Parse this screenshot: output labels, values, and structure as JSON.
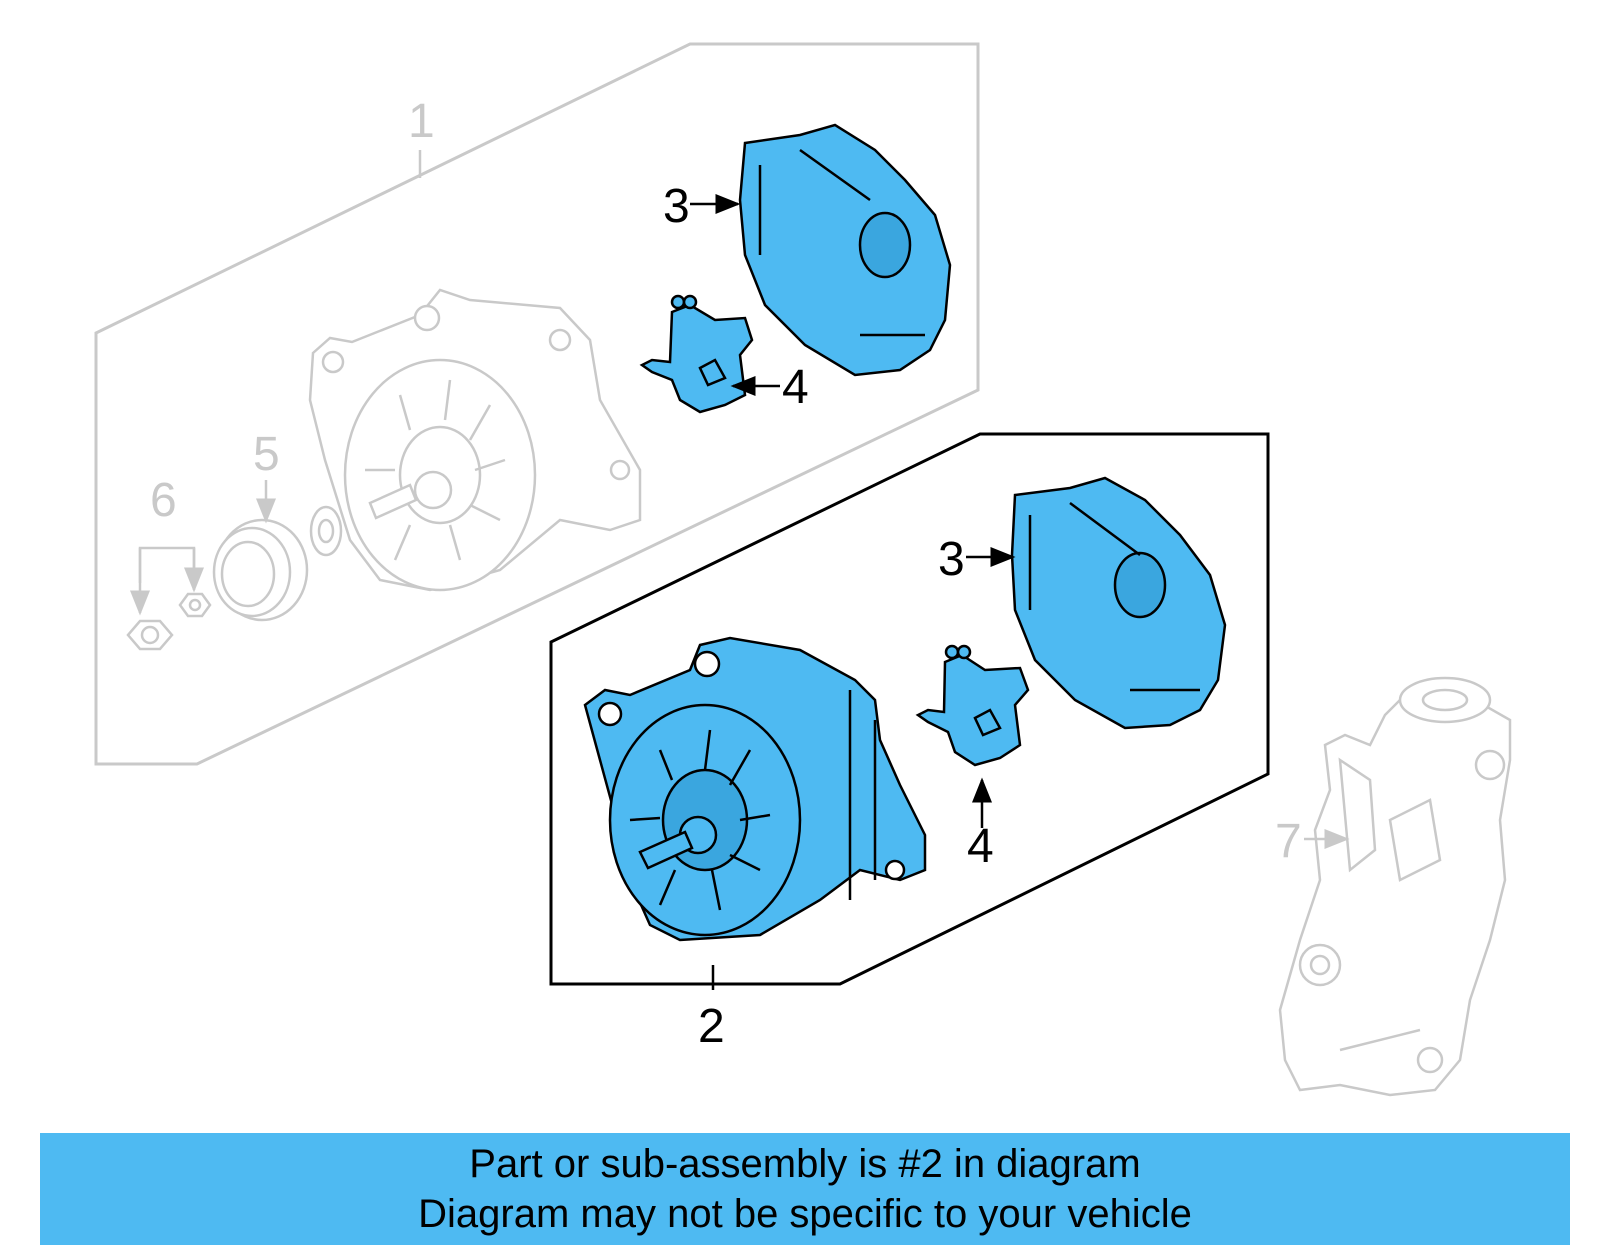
{
  "colors": {
    "highlight": "#4ebaf2",
    "ghost_line": "#c9c9c9",
    "outline": "#000000",
    "banner": "#4ebaf2"
  },
  "callouts": {
    "c1": "1",
    "c2": "2",
    "c3_upper": "3",
    "c3_lower": "3",
    "c4_upper": "4",
    "c4_lower": "4",
    "c5": "5",
    "c6": "6",
    "c7": "7"
  },
  "banner": {
    "line1": "Part or sub-assembly is #2 in diagram",
    "line2": "Diagram may not be specific to your vehicle"
  }
}
